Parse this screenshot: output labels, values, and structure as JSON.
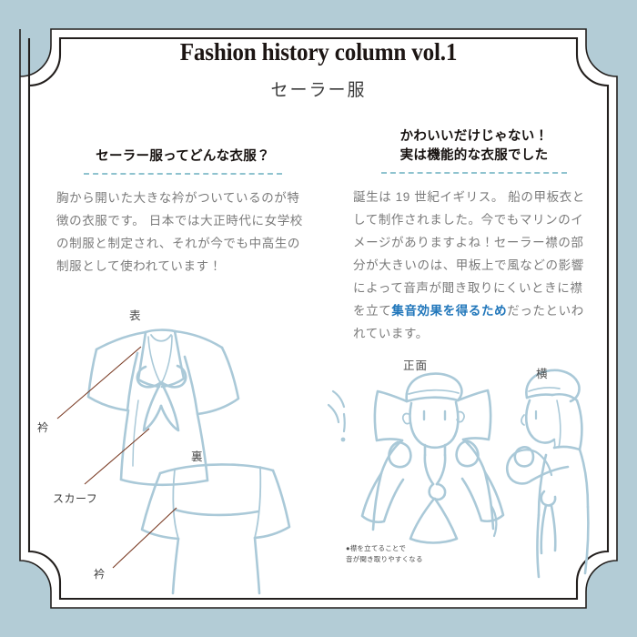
{
  "theme": {
    "background": "#b3ccd6",
    "panel": "#ffffff",
    "frame_line": "#231f1d",
    "accent_blue": "#2277bb",
    "dashed_rule": "#8fc3cf",
    "illustration_line": "#aac9d8",
    "leader_line": "#7a3b24",
    "body_text": "#7b7b7b"
  },
  "header": {
    "title": "Fashion history column vol.1",
    "subtitle": "セーラー服"
  },
  "columns": {
    "left": {
      "heading": "セーラー服ってどんな衣服？",
      "body": "胸から開いた大きな衿がついているのが特徴の衣服です。\n日本では大正時代に女学校の制服と制定され、それが今でも中高生の制服として使われています！"
    },
    "right": {
      "heading_line1": "かわいいだけじゃない！",
      "heading_line2": "実は機能的な衣服でした",
      "body_before": "誕生は 19 世紀イギリス。\n船の甲板衣として制作されました。今でもマリンのイメージがありますよね！セーラー襟の部分が大きいのは、甲板上で風などの影響によって音声が聞き取りにくいときに襟を立て",
      "body_highlight": "集音効果を得るため",
      "body_after": "だったといわれています。"
    }
  },
  "illustrations": {
    "garment_front_label": "表",
    "garment_back_label": "裏",
    "collar_label_top": "衿",
    "collar_label_bottom": "衿",
    "scarf_label": "スカーフ",
    "figure_front_label": "正面",
    "figure_side_label": "横",
    "footnote": "●襟を立てることで\n  音が聞き取りやすくなる"
  }
}
